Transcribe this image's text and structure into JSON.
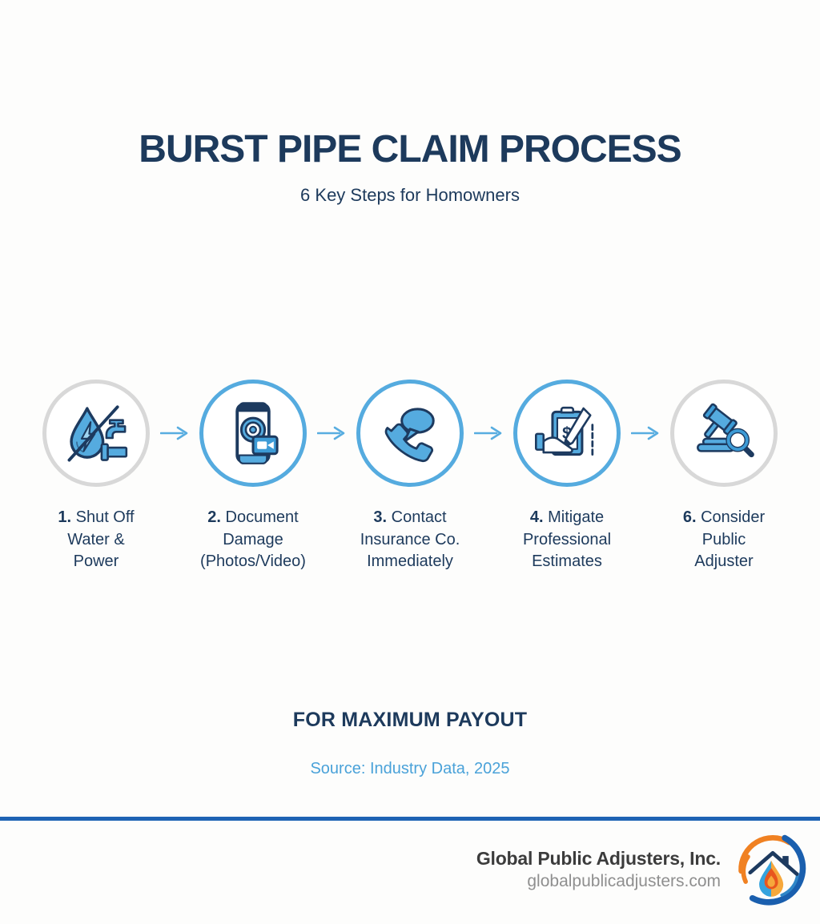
{
  "header": {
    "title": "BURST PIPE CLAIM PROCESS",
    "subtitle": "6 Key Steps for Homowners"
  },
  "steps": [
    {
      "number": "1.",
      "line1": "Shut Off",
      "line2": "Water &",
      "line3": "Power",
      "icon": "water-power-shutoff-icon",
      "ring_color": "gray"
    },
    {
      "number": "2.",
      "line1": "Document",
      "line2": "Damage",
      "line3": "(Photos/Video)",
      "icon": "phone-camera-icon",
      "ring_color": "blue"
    },
    {
      "number": "3.",
      "line1": "Contact",
      "line2": "Insurance Co.",
      "line3": "Immediately",
      "icon": "phone-call-icon",
      "ring_color": "blue"
    },
    {
      "number": "4.",
      "line1": "Mitigate",
      "line2": "Professional",
      "line3": "Estimates",
      "icon": "clipboard-estimate-icon",
      "ring_color": "blue"
    },
    {
      "number": "6.",
      "line1": "Consider",
      "line2": "Public",
      "line3": "Adjuster",
      "icon": "gavel-magnifier-icon",
      "ring_color": "gray"
    }
  ],
  "bottom": {
    "headline": "FOR MAXIMUM PAYOUT",
    "source": "Source: Industry Data, 2025"
  },
  "footer": {
    "company_name": "Global Public Adjusters, Inc.",
    "website": "globalpublicadjusters.com",
    "logo": "house-water-flame-logo"
  },
  "colors": {
    "navy_text": "#1d3a5c",
    "icon_blue_fill": "#55abdf",
    "icon_navy_outline": "#1d3a5f",
    "ring_blue": "#55abdf",
    "ring_gray": "#d8d8d8",
    "arrow_blue": "#58ade0",
    "source_blue": "#4aa2d9",
    "divider_blue": "#1e63b4",
    "logo_orange": "#f08122",
    "logo_dark_blue": "#1a5fae"
  }
}
